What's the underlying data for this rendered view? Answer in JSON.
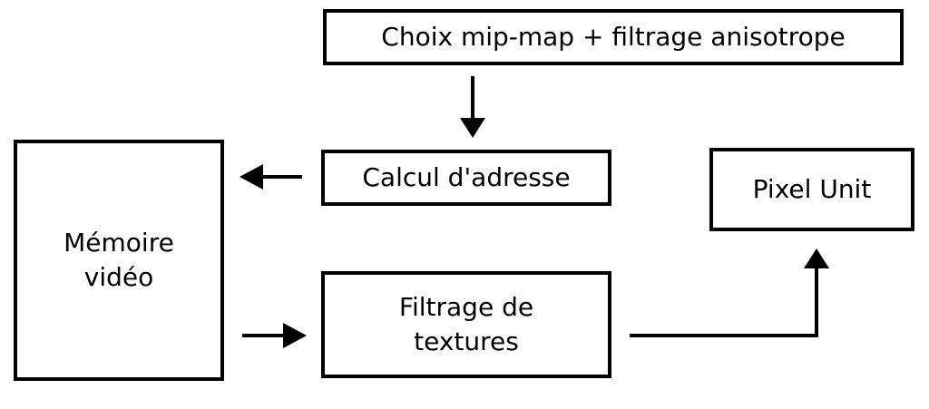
{
  "boxes": {
    "choix": "Choix mip-map + filtrage anisotrope",
    "calcul": "Calcul d'adresse",
    "pixel": "Pixel Unit",
    "memoire": [
      "Mémoire",
      "vidéo"
    ],
    "filtrage": [
      "Filtrage de",
      "textures"
    ]
  },
  "colors": {
    "stroke": "#000000",
    "background": "#ffffff"
  }
}
